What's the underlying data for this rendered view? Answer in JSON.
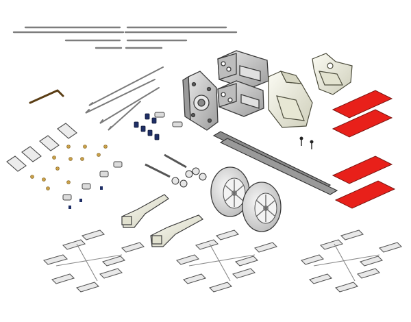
{
  "image": {
    "kind": "parts-kit-illustration",
    "background": "#ffffff",
    "colors": {
      "outline": "#3a3a3a",
      "metal": "#c8c8c8",
      "metal_dark": "#8a8a8a",
      "plastic": "#f1f1e6",
      "plastic_shade": "#d9d9c6",
      "red_pad": "#e8201a",
      "tire": "#e4e4e4",
      "navy": "#1f2f66",
      "brass": "#c9a049",
      "bronze_wire": "#6b4a22",
      "black_strip": "#7a7a7a"
    },
    "groups": [
      "pushrod-wires",
      "allen-key",
      "axle-pins",
      "servo-mount-plate",
      "landing-gear-brackets",
      "plastic-servo-trays",
      "red-adhesive-pads",
      "foam-strips",
      "small-screws",
      "control-horns",
      "wheel-collars",
      "hinge-sprue-trees",
      "tail-wheel-legs",
      "main-wheels"
    ]
  }
}
